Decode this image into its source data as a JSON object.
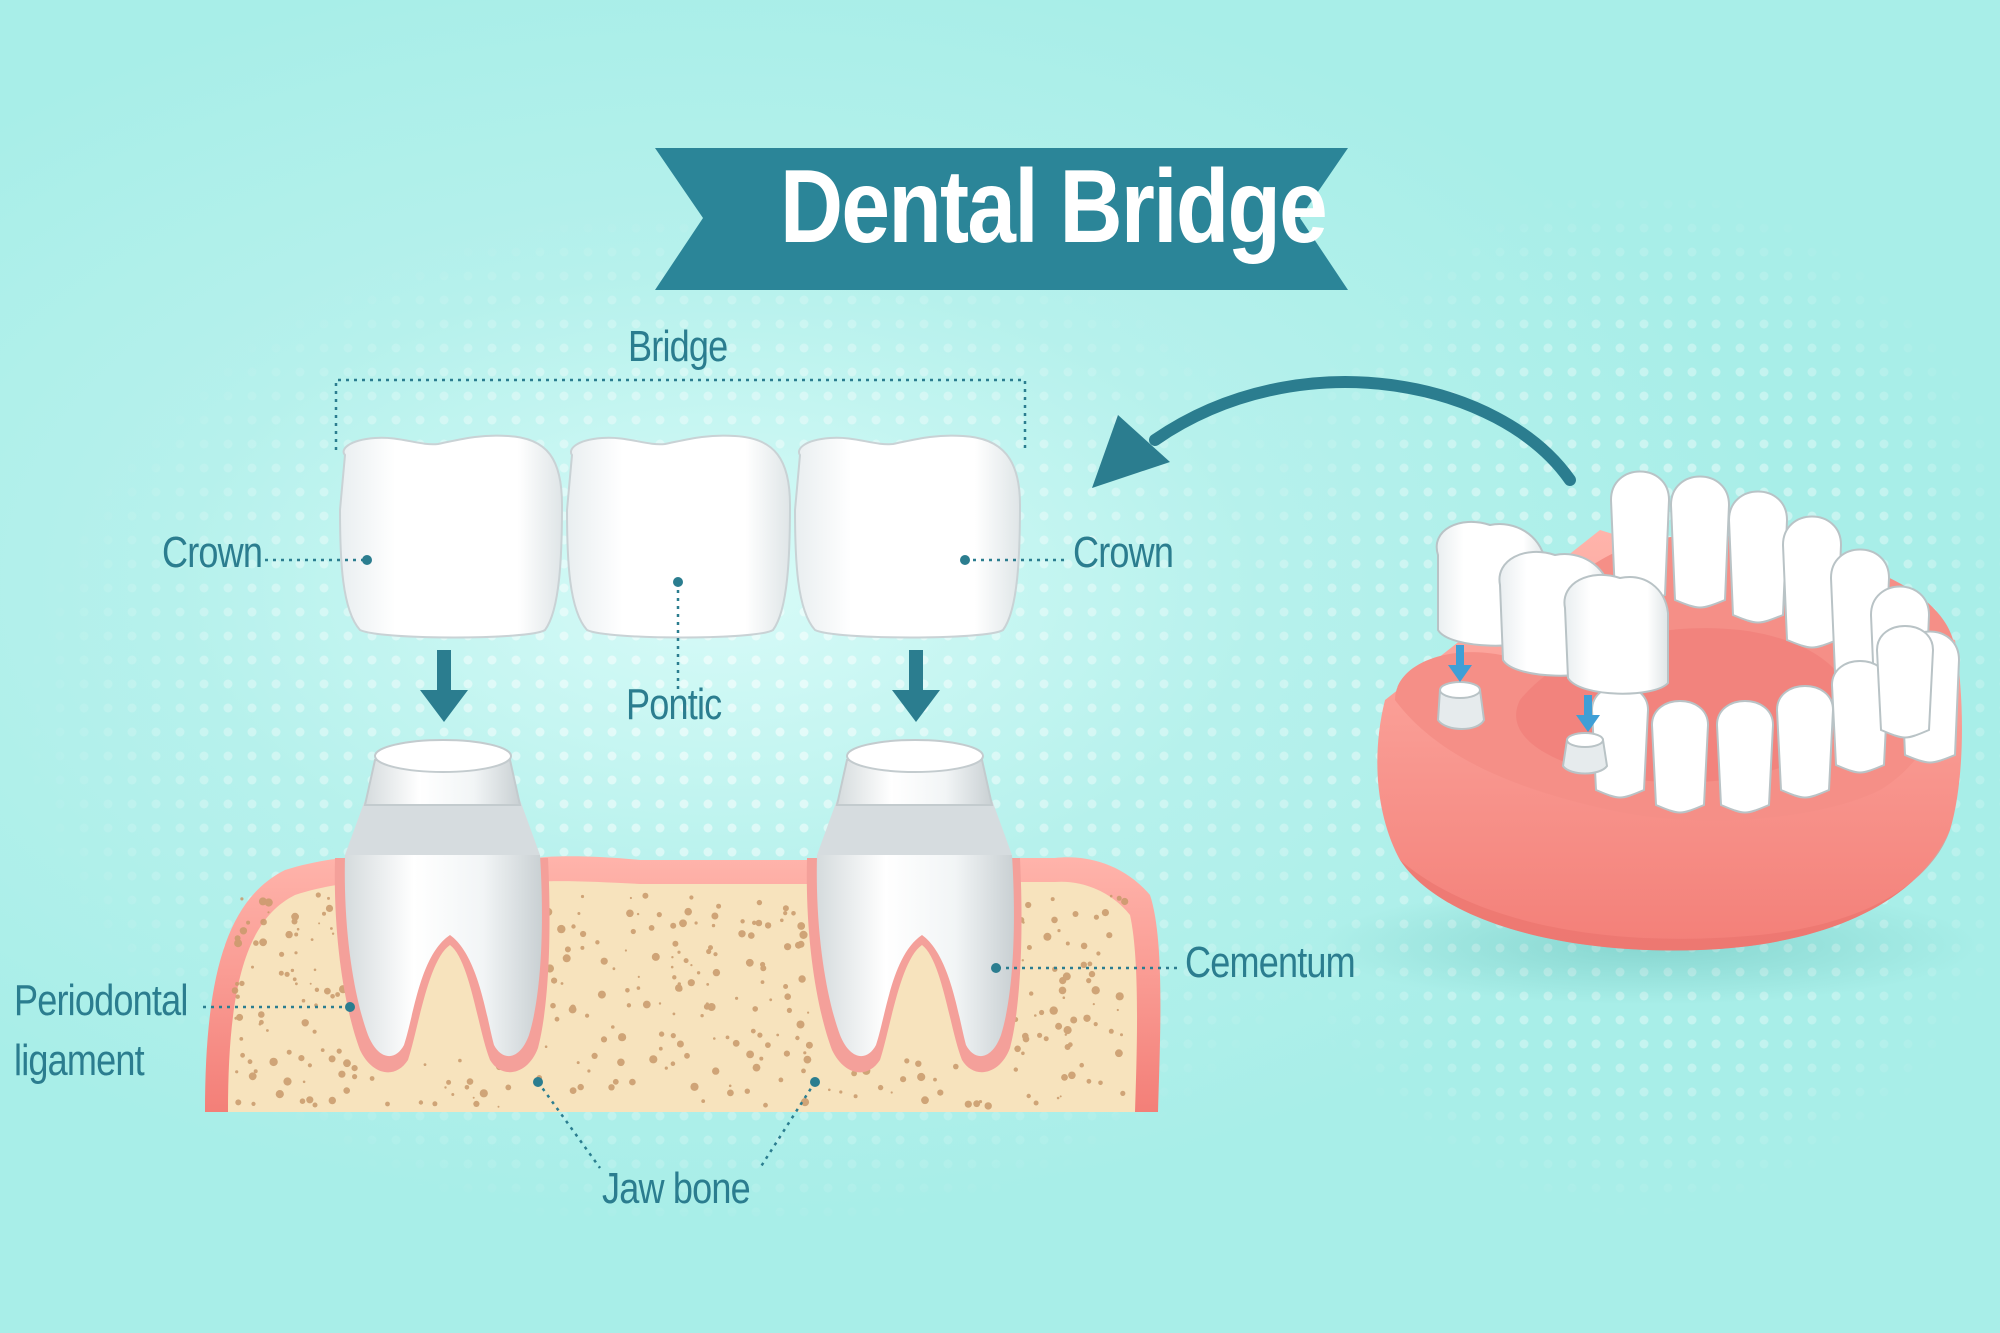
{
  "title": "Dental Bridge",
  "labels": {
    "bridge": "Bridge",
    "crown_left": "Crown",
    "crown_right": "Crown",
    "pontic": "Pontic",
    "cementum": "Cementum",
    "periodontal_line1": "Periodontal",
    "periodontal_line2": "ligament",
    "jaw_bone": "Jaw bone"
  },
  "colors": {
    "background": "#a8eee8",
    "banner": "#2b8598",
    "label_text": "#2b7d8f",
    "gum": "#f4a09a",
    "bone": "#f7e3bd",
    "tooth": "#ffffff"
  }
}
